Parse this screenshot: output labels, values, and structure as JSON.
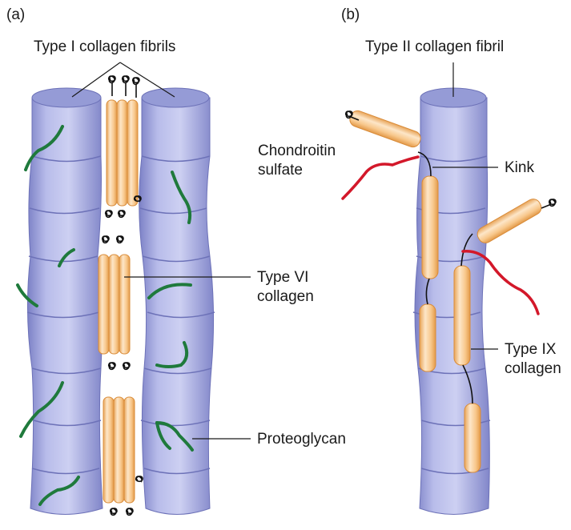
{
  "panels": {
    "a": {
      "letter": "(a)",
      "fibrils_label": "Type I collagen fibrils",
      "type6_line1": "Type VI",
      "type6_line2": "collagen",
      "proteoglycan_label": "Proteoglycan"
    },
    "b": {
      "letter": "(b)",
      "fibril_label": "Type II collagen fibril",
      "chondroitin_line1": "Chondroitin",
      "chondroitin_line2": "sulfate",
      "kink_label": "Kink",
      "type9_line1": "Type IX",
      "type9_line2": "collagen"
    }
  },
  "colors": {
    "fibril_light": "#c7cbef",
    "fibril_mid": "#9a9fd8",
    "fibril_dark": "#6d72b8",
    "fibril_top": "#8f95d4",
    "rod_light": "#fde5c6",
    "rod_mid": "#f7c27f",
    "rod_dark": "#e39a49",
    "proteoglycan": "#1f7a3c",
    "chondroitin": "#d3182a",
    "line": "#1a1a1a"
  }
}
